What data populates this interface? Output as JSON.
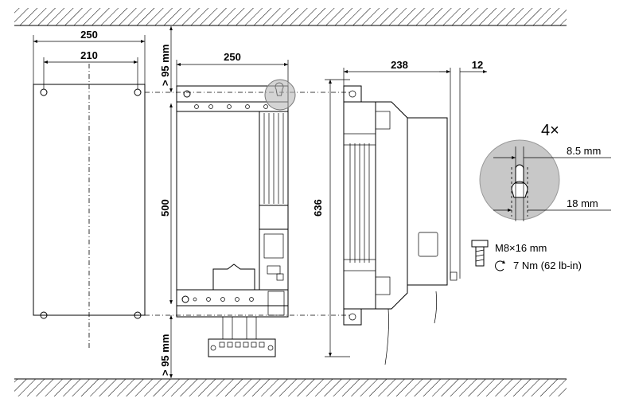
{
  "dimensions": {
    "mount_width": "250",
    "hole_spacing": "210",
    "clearance_top": "> 95 mm",
    "clearance_bottom": "> 95 mm",
    "unit_width": "250",
    "unit_height": "500",
    "overall_height": "636",
    "depth": "238",
    "rear_gap": "12"
  },
  "detail": {
    "quantity": "4×",
    "hole_diameter": "8.5 mm",
    "slot_width": "18 mm"
  },
  "screw": {
    "size": "M8×16 mm",
    "torque": "7 Nm (62 lb-in)"
  }
}
